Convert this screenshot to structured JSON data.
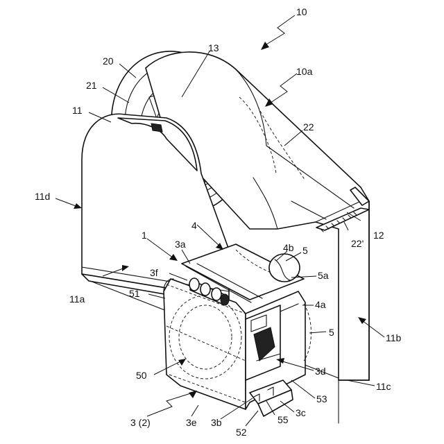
{
  "labels": {
    "l10": "10",
    "l10a": "10a",
    "l13": "13",
    "l20": "20",
    "l21": "21",
    "l11": "11",
    "l22": "22",
    "l11d": "11d",
    "l12": "12",
    "l22p": "22'",
    "l4": "4",
    "l1": "1",
    "l3a": "3a",
    "l4b": "4b",
    "l5a_top": "5",
    "l5a": "5a",
    "l3f": "3f",
    "l4a": "4a",
    "l11a": "11a",
    "l51": "51",
    "l5b": "5",
    "l11b": "11b",
    "l3d": "3d",
    "l50": "50",
    "l11c": "11c",
    "l53": "53",
    "l3_2": "3 (2)",
    "l3e": "3e",
    "l3b": "3b",
    "l55": "55",
    "l3c": "3c",
    "l52": "52"
  },
  "colors": {
    "line": "#111111",
    "background": "#ffffff"
  }
}
